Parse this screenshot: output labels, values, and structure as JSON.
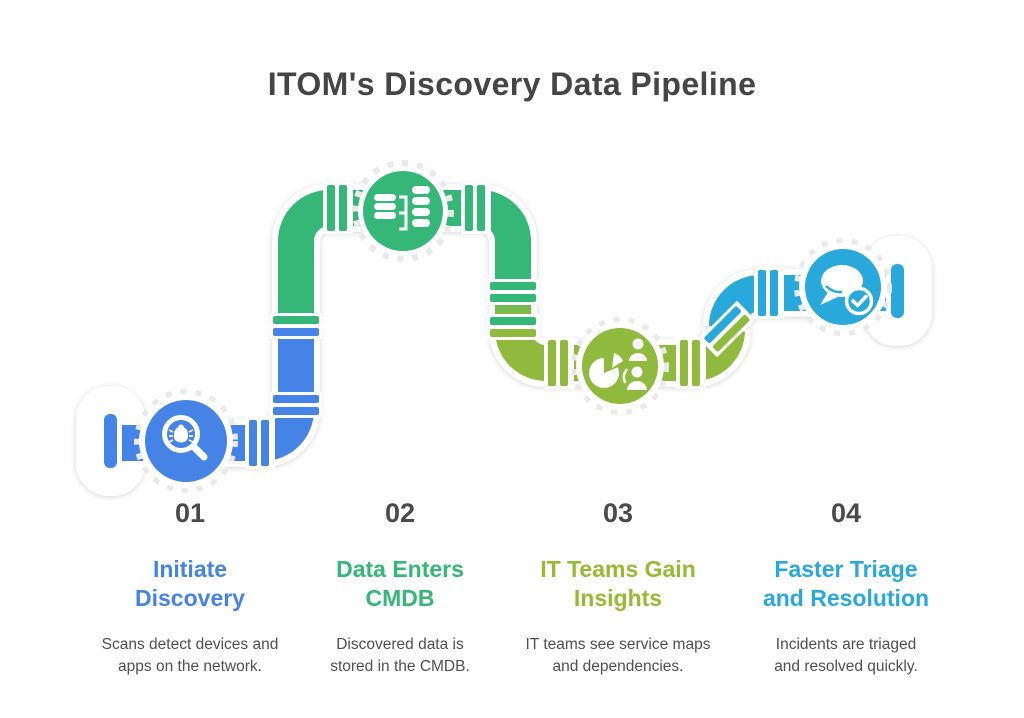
{
  "title": "ITOM's Discovery Data Pipeline",
  "colors": {
    "blue": "#4583E6",
    "green": "#35B877",
    "olive": "#8FBA3E",
    "cyan": "#29A9DB",
    "heading": "#454545",
    "number": "#4A4A4A",
    "desc": "#505050",
    "joint_ring": "#E9E9E9",
    "white": "#FFFFFF"
  },
  "pipeline": {
    "nodes": [
      {
        "label": "discovery",
        "icon": "magnifier-bug-icon"
      },
      {
        "label": "cmdb-data",
        "icon": "database-sync-icon"
      },
      {
        "label": "insights",
        "icon": "pie-chart-people-icon"
      },
      {
        "label": "resolution",
        "icon": "chat-check-icon"
      }
    ]
  },
  "steps": [
    {
      "number": "01",
      "color": "#4583E6",
      "title_lines": [
        "Initiate",
        "Discovery"
      ],
      "desc_lines": [
        "Scans detect devices and",
        "apps on the network."
      ]
    },
    {
      "number": "02",
      "color": "#35B877",
      "title_lines": [
        "Data Enters",
        "CMDB"
      ],
      "desc_lines": [
        "Discovered data is",
        "stored in the CMDB."
      ]
    },
    {
      "number": "03",
      "color": "#96BB33",
      "title_lines": [
        "IT Teams Gain",
        "Insights"
      ],
      "desc_lines": [
        "IT teams see service maps",
        "and dependencies."
      ]
    },
    {
      "number": "04",
      "color": "#29A9DB",
      "title_lines": [
        "Faster Triage",
        "and Resolution"
      ],
      "desc_lines": [
        "Incidents are triaged",
        "and resolved quickly."
      ]
    }
  ]
}
